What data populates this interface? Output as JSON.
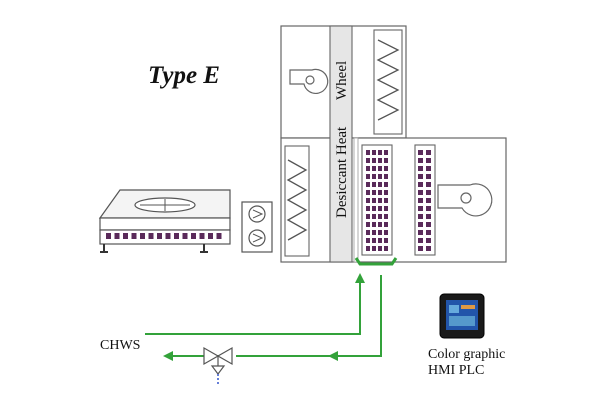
{
  "diagram": {
    "title": "Type E",
    "wheel_label": "Desiccant Heat Wheel",
    "wheel_label_top": "Wheel",
    "wheel_label_bottom": "Desiccant Heat",
    "chws_label": "CHWS",
    "hmi_label_line1": "Color graphic",
    "hmi_label_line2": "HMI PLC",
    "colors": {
      "flow": "#33a23a",
      "line": "#555555",
      "coil": "#5a2a5a",
      "valve_dash": "#3355cc",
      "hmi_screen": "#2255aa"
    },
    "icons": [
      "fan-icon",
      "coil-icon",
      "pump-icon",
      "valve-icon",
      "hmi-panel-icon",
      "condenser-icon"
    ]
  }
}
